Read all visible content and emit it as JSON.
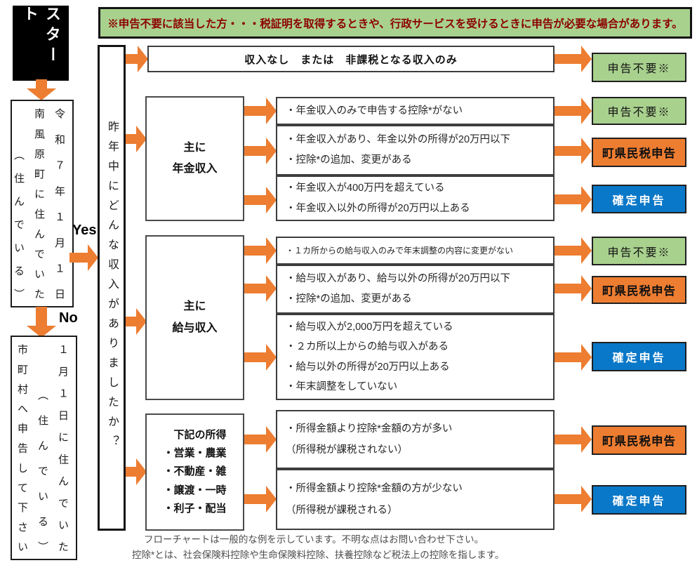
{
  "banner": {
    "text": "※申告不要に該当した方・・・税証明を取得するときや、行政サービスを受けるときに申告が必要な場合があります。"
  },
  "start": {
    "label": "スタート"
  },
  "residence_question": {
    "text": "令和７年１月１日\n南風原町に住んでいた\n　　（住んでいる）",
    "yes_label": "Yes",
    "no_label": "No"
  },
  "municipality_instruction": {
    "text": "１月１日に住んでいた\n　　（住んでいる）\n市町村へ申告して下さい"
  },
  "income_question": {
    "text": "昨年中にどんな収入がありましたか？"
  },
  "no_income_row": {
    "condition": "収入なし　または　非課税となる収入のみ",
    "result": "申告不要※",
    "result_type": "green"
  },
  "pension": {
    "label": "主に\n年金収入",
    "rows": [
      {
        "condition": "・年金収入のみで申告する控除*がない",
        "result": "申告不要※",
        "result_type": "green"
      },
      {
        "condition": "・年金収入があり、年金以外の所得が20万円以下\n・控除*の追加、変更がある",
        "result": "町県民税申告",
        "result_type": "orange"
      },
      {
        "condition": "・年金収入が400万円を超えている\n・年金収入以外の所得が20万円以上ある",
        "result": "確定申告",
        "result_type": "blue"
      }
    ]
  },
  "salary": {
    "label": "主に\n給与収入",
    "rows": [
      {
        "condition": "・１カ所からの給与収入のみで年末調整の内容に変更がない",
        "result": "申告不要※",
        "result_type": "green"
      },
      {
        "condition": "・給与収入があり、給与以外の所得が20万円以下\n・控除*の追加、変更がある",
        "result": "町県民税申告",
        "result_type": "orange"
      },
      {
        "condition": "・給与収入が2,000万円を超えている\n・２カ所以上からの給与収入がある\n・給与以外の所得が20万円以上ある\n・年末調整をしていない",
        "result": "確定申告",
        "result_type": "blue"
      }
    ]
  },
  "other_income": {
    "label": "　下記の所得\n・営業・農業\n・不動産・雑\n・譲渡・一時\n・利子・配当",
    "rows": [
      {
        "condition": "・所得金額より控除*金額の方が多い\n（所得税が課税されない）",
        "result": "町県民税申告",
        "result_type": "orange"
      },
      {
        "condition": "・所得金額より控除*金額の方が少ない\n（所得税が課税される）",
        "result": "確定申告",
        "result_type": "blue"
      }
    ]
  },
  "footer": {
    "line1": "フローチャートは一般的な例を示しています。不明な点はお問い合わせ下さい。",
    "line2": "控除*とは、社会保険料控除や生命保険料控除、扶養控除など税法上の控除を指します。"
  },
  "colors": {
    "no_filing_green": "#A9D18E",
    "municipal_tax_orange": "#ED7D31",
    "final_return_blue": "#0A78C8",
    "arrow_orange": "#ED7D31",
    "banner_text_red": "#8B0000"
  }
}
